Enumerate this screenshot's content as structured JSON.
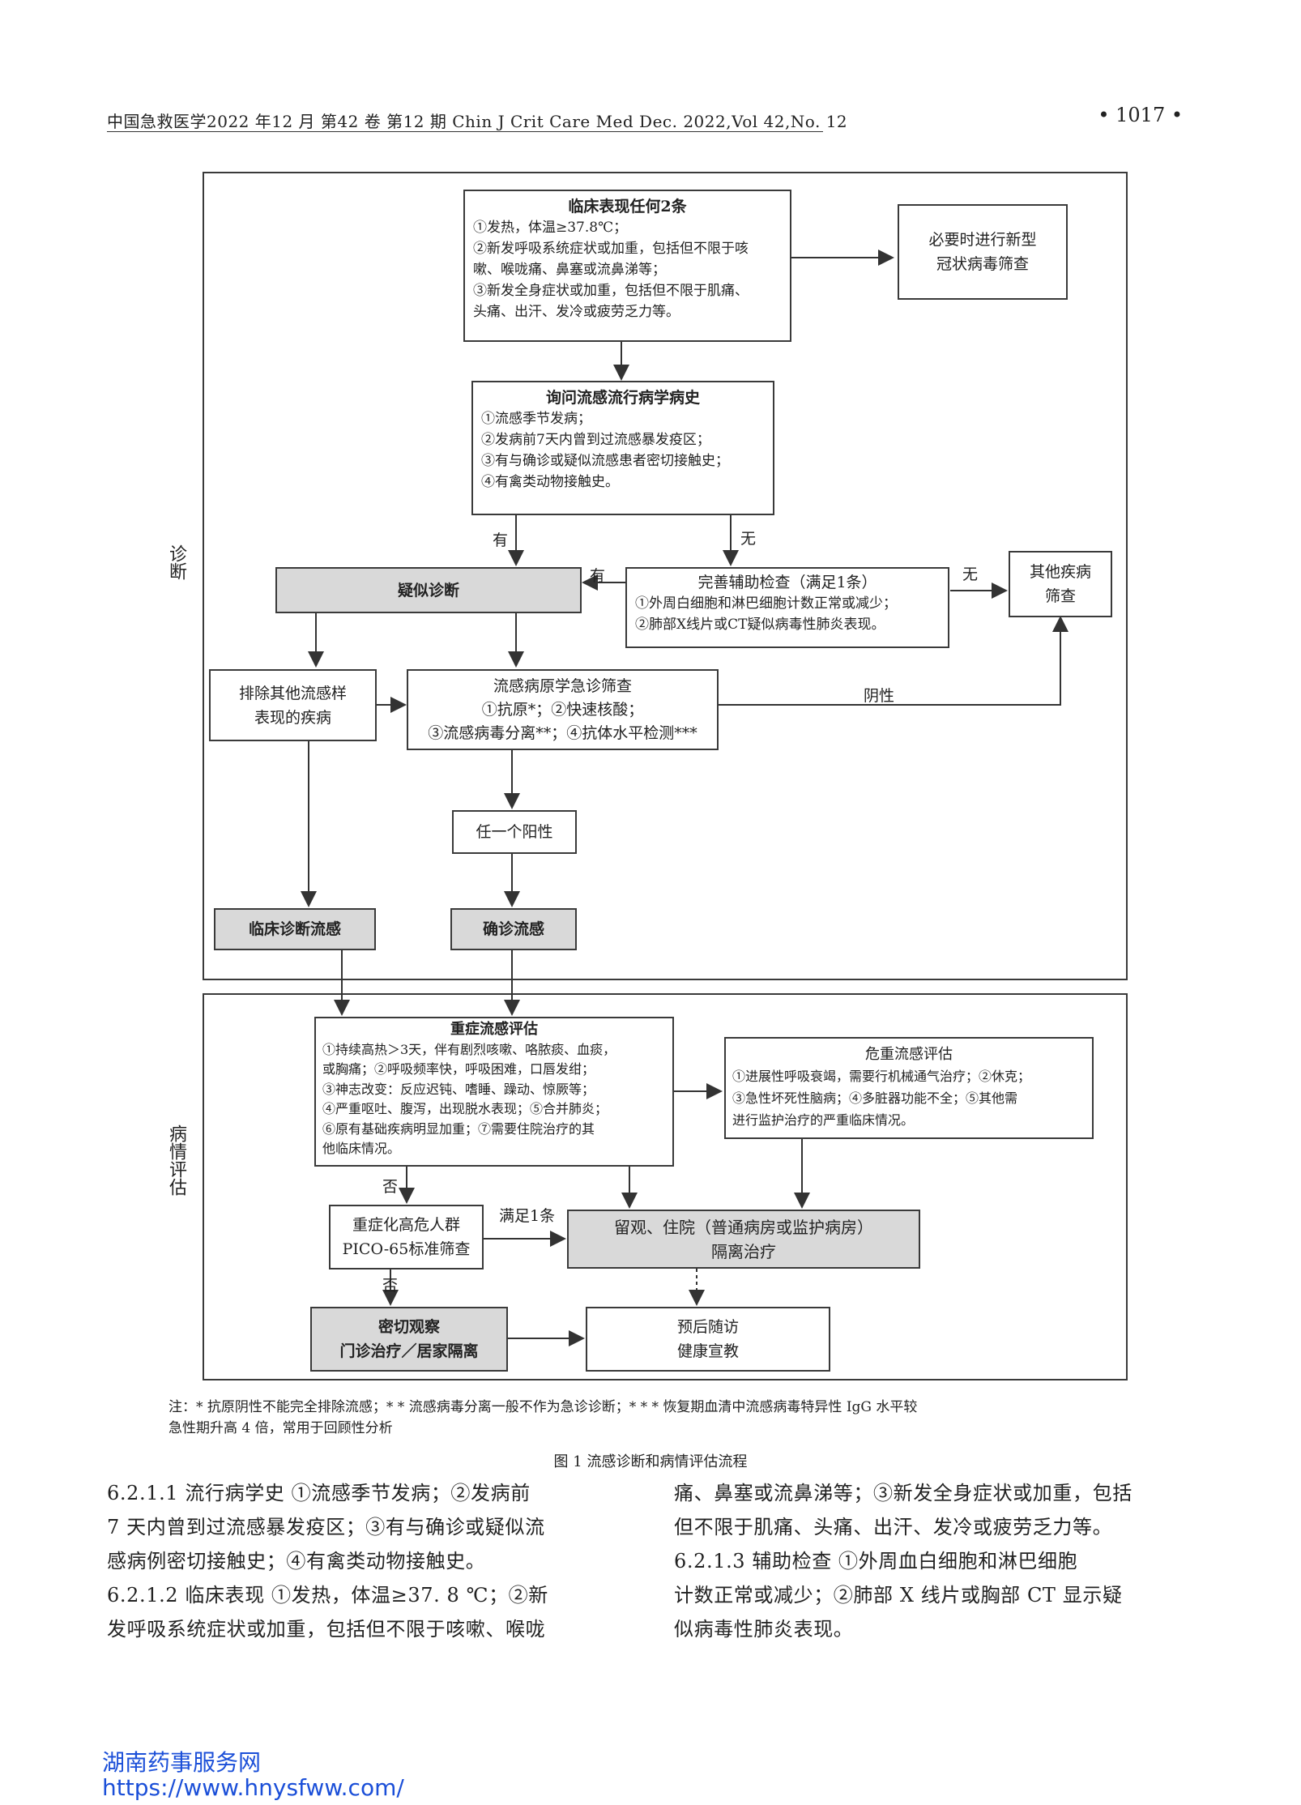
{
  "header": {
    "journal_line": "中国急救医学2022 年12 月 第42 卷 第12 期   Chin J Crit Care Med Dec. 2022,Vol 42,No. 12",
    "page_number": "• 1017 •"
  },
  "figure": {
    "sections": {
      "diagnosis": "诊断",
      "assessment": "病情评估"
    },
    "clinical": {
      "title": "临床表现任何2条",
      "lines": [
        "①发热，体温≥37.8℃；",
        "②新发呼吸系统症状或加重，包括但不限于咳",
        "嗽、喉咙痛、鼻塞或流鼻涕等；",
        "③新发全身症状或加重，包括但不限于肌痛、",
        "头痛、出汗、发冷或疲劳乏力等。"
      ]
    },
    "covid": {
      "lines": [
        "必要时进行新型",
        "冠状病毒筛查"
      ]
    },
    "epi": {
      "title": "询问流感流行病学病史",
      "lines": [
        "①流感季节发病；",
        "②发病前7天内曾到过流感暴发疫区；",
        "③有与确诊或疑似流感患者密切接触史；",
        "④有禽类动物接触史。"
      ]
    },
    "suspected": "疑似诊断",
    "aux": {
      "title": "完善辅助检查（满足1条）",
      "lines": [
        "①外周白细胞和淋巴细胞计数正常或减少；",
        "②肺部X线片或CT疑似病毒性肺炎表现。"
      ]
    },
    "other": {
      "lines": [
        "其他疾病",
        "筛查"
      ]
    },
    "exclude": {
      "lines": [
        "排除其他流感样",
        "表现的疾病"
      ]
    },
    "etiology": {
      "title": "流感病原学急诊筛查",
      "line1": "①抗原*；②快速核酸；",
      "line2": "③流感病毒分离**；④抗体水平检测***"
    },
    "any_positive": "任一个阳性",
    "clinical_dx": "临床诊断流感",
    "confirmed": "确诊流感",
    "severe": {
      "title": "重症流感评估",
      "lines": [
        "①持续高热＞3天，伴有剧烈咳嗽、咯脓痰、血痰，",
        "或胸痛；②呼吸频率快，呼吸困难，口唇发绀；",
        "③神志改变：反应迟钝、嗜睡、躁动、惊厥等；",
        "④严重呕吐、腹泻，出现脱水表现；⑤合并肺炎；",
        "⑥原有基础疾病明显加重；⑦需要住院治疗的其",
        "他临床情况。"
      ]
    },
    "critical": {
      "title": "危重流感评估",
      "lines": [
        "①进展性呼吸衰竭，需要行机械通气治疗；②休克；",
        "③急性坏死性脑病；④多脏器功能不全；⑤其他需",
        "进行监护治疗的严重临床情况。"
      ]
    },
    "pico": {
      "lines": [
        "重症化高危人群",
        "PICO-65标准筛查"
      ]
    },
    "hospital": {
      "lines": [
        "留观、住院（普通病房或监护病房）",
        "隔离治疗"
      ]
    },
    "observe": {
      "lines": [
        "密切观察",
        "门诊治疗／居家隔离"
      ]
    },
    "followup": {
      "lines": [
        "预后随访",
        "健康宣教"
      ]
    },
    "edge_labels": {
      "yes1": "有",
      "no1": "无",
      "yes2": "有",
      "no2": "无",
      "negative": "阴性",
      "no3": "否",
      "meet1": "满足1条",
      "no4": "否"
    },
    "note_line1": "注：* 抗原阴性不能完全排除流感；* * 流感病毒分离一般不作为急诊诊断；* * * 恢复期血清中流感病毒特异性 IgG 水平较",
    "note_line2": "急性期升高 4 倍，常用于回顾性分析",
    "caption": "图 1    流感诊断和病情评估流程"
  },
  "body": {
    "left": [
      "6.2.1.1    流行病学史    ①流感季节发病；②发病前",
      "7 天内曾到过流感暴发疫区；③有与确诊或疑似流",
      "感病例密切接触史；④有禽类动物接触史。",
      "6.2.1.2    临床表现    ①发热，体温≥37. 8 ℃；②新",
      "发呼吸系统症状或加重，包括但不限于咳嗽、喉咙"
    ],
    "right": [
      "痛、鼻塞或流鼻涕等；③新发全身症状或加重，包括",
      "但不限于肌痛、头痛、出汗、发冷或疲劳乏力等。",
      "6.2.1.3    辅助检查    ①外周血白细胞和淋巴细胞",
      "计数正常或减少；②肺部 X 线片或胸部 CT 显示疑",
      "似病毒性肺炎表现。"
    ]
  },
  "watermark": {
    "name": "湖南药事服务网",
    "url": "https://www.hnysfww.com/"
  }
}
